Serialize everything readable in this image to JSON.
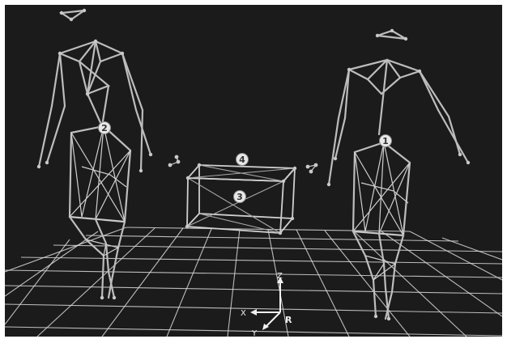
{
  "viewport": {
    "background": "#1b1b1b"
  },
  "markers": {
    "m1": "1",
    "m2": "2",
    "m3": "3",
    "m4": "4"
  },
  "axes": {
    "x": "X",
    "y": "Y",
    "z": "Z",
    "ref": "R"
  },
  "colors": {
    "bone": "#bdbdbd",
    "grid": "#d9d9d9",
    "marker_fill": "#e8e8e8"
  }
}
